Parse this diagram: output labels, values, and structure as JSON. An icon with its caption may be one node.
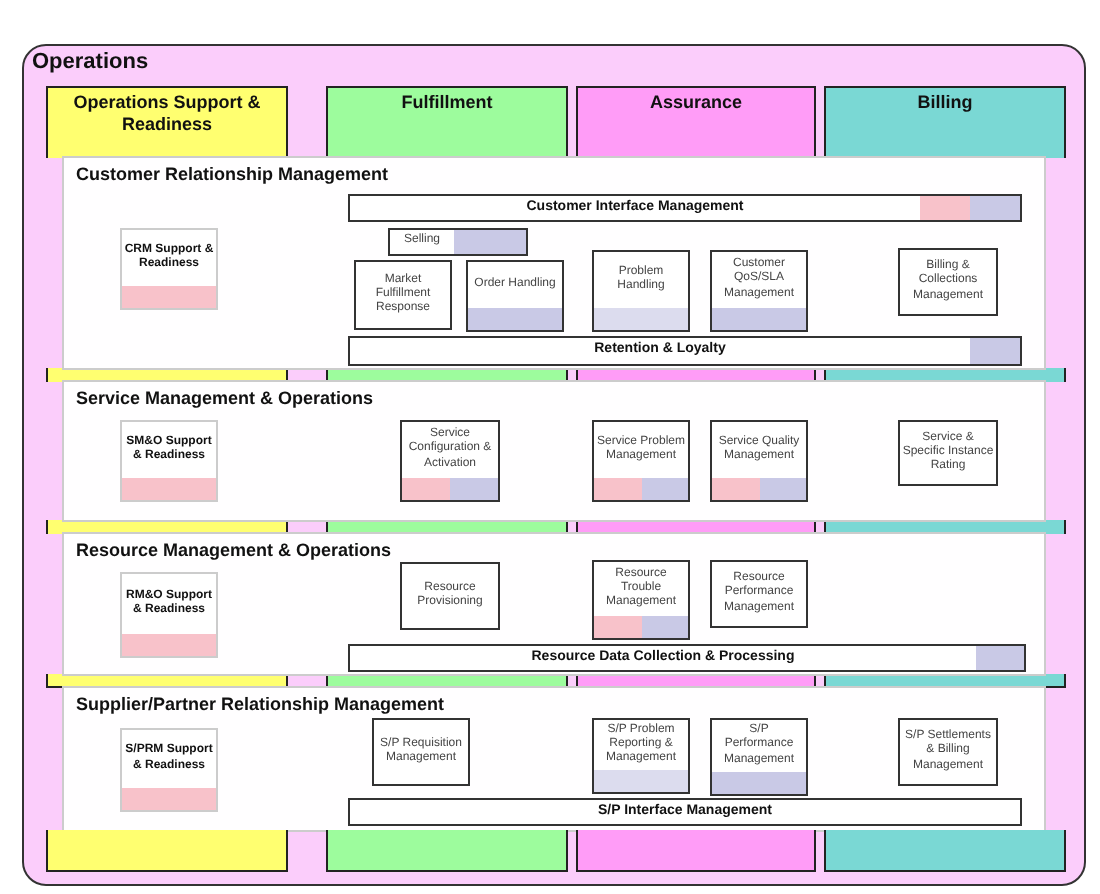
{
  "diagram": {
    "nodes": [
      {
        "text": [
          "Operations"
        ]
      },
      {
        "text": [
          "Operations Support & Readiness"
        ],
        "in": 0
      },
      {
        "text": [
          "Fulfillment"
        ],
        "in": 0
      },
      {
        "text": [
          "Assurance"
        ],
        "in": 0
      },
      {
        "text": [
          "Billing"
        ],
        "in": 0
      },
      {
        "text": [
          "Customer Relationship Management"
        ],
        "in": 0
      },
      {
        "text": [
          "CRM Support & Readiness"
        ],
        "in": 5
      },
      {
        "text": [
          "Customer Interface Management"
        ],
        "in": 5
      },
      {
        "text": [
          "Selling"
        ],
        "in": 5
      },
      {
        "text": [
          "Market Fulfillment Response"
        ],
        "in": 5
      },
      {
        "text": [
          "Order Handling"
        ],
        "in": 5
      },
      {
        "text": [
          "Problem Handling"
        ],
        "in": 5
      },
      {
        "text": [
          "Customer QoS/SLA Management"
        ],
        "in": 5
      },
      {
        "text": [
          "Billing & Collections Management"
        ],
        "in": 5
      },
      {
        "text": [
          "Retention & Loyalty"
        ],
        "in": 5
      },
      {
        "text": [
          "Service Management & Operations"
        ],
        "in": 0
      },
      {
        "text": [
          "SM&O Support & Readiness"
        ],
        "in": 15
      },
      {
        "text": [
          "Service Configuration & Activation"
        ],
        "in": 15
      },
      {
        "text": [
          "Service Problem Management"
        ],
        "in": 15
      },
      {
        "text": [
          "Service Quality Management"
        ],
        "in": 15
      },
      {
        "text": [
          "Service & Specific Instance Rating"
        ],
        "in": 15
      },
      {
        "text": [
          "Resource Management & Operations"
        ],
        "in": 0
      },
      {
        "text": [
          "RM&O Support & Readiness"
        ],
        "in": 21
      },
      {
        "text": [
          "Resource Provisioning"
        ],
        "in": 21
      },
      {
        "text": [
          "Resource Trouble Management"
        ],
        "in": 21
      },
      {
        "text": [
          "Resource Performance Management"
        ],
        "in": 21
      },
      {
        "text": [
          "Resource Data Collection & Processing"
        ],
        "in": 21
      },
      {
        "text": [
          "Supplier/Partner Relationship Management"
        ],
        "in": 0
      },
      {
        "text": [
          "S/PRM Support & Readiness"
        ],
        "in": 27
      },
      {
        "text": [
          "S/P Requisition Management"
        ],
        "in": 27
      },
      {
        "text": [
          "S/P Problem Reporting & Management"
        ],
        "in": 27
      },
      {
        "text": [
          "S/P Performance Management"
        ],
        "in": 27
      },
      {
        "text": [
          "S/P Settlements & Billing Management"
        ],
        "in": 27
      },
      {
        "text": [
          "S/P Interface Management"
        ],
        "in": 27
      },
      {
        "text": [],
        "shape": "box",
        "in": 0
      },
      {
        "text": [],
        "shape": "box",
        "in": 0
      },
      {
        "text": [],
        "shape": "box",
        "in": 0
      },
      {
        "text": [],
        "shape": "box",
        "in": 0
      }
    ]
  }
}
